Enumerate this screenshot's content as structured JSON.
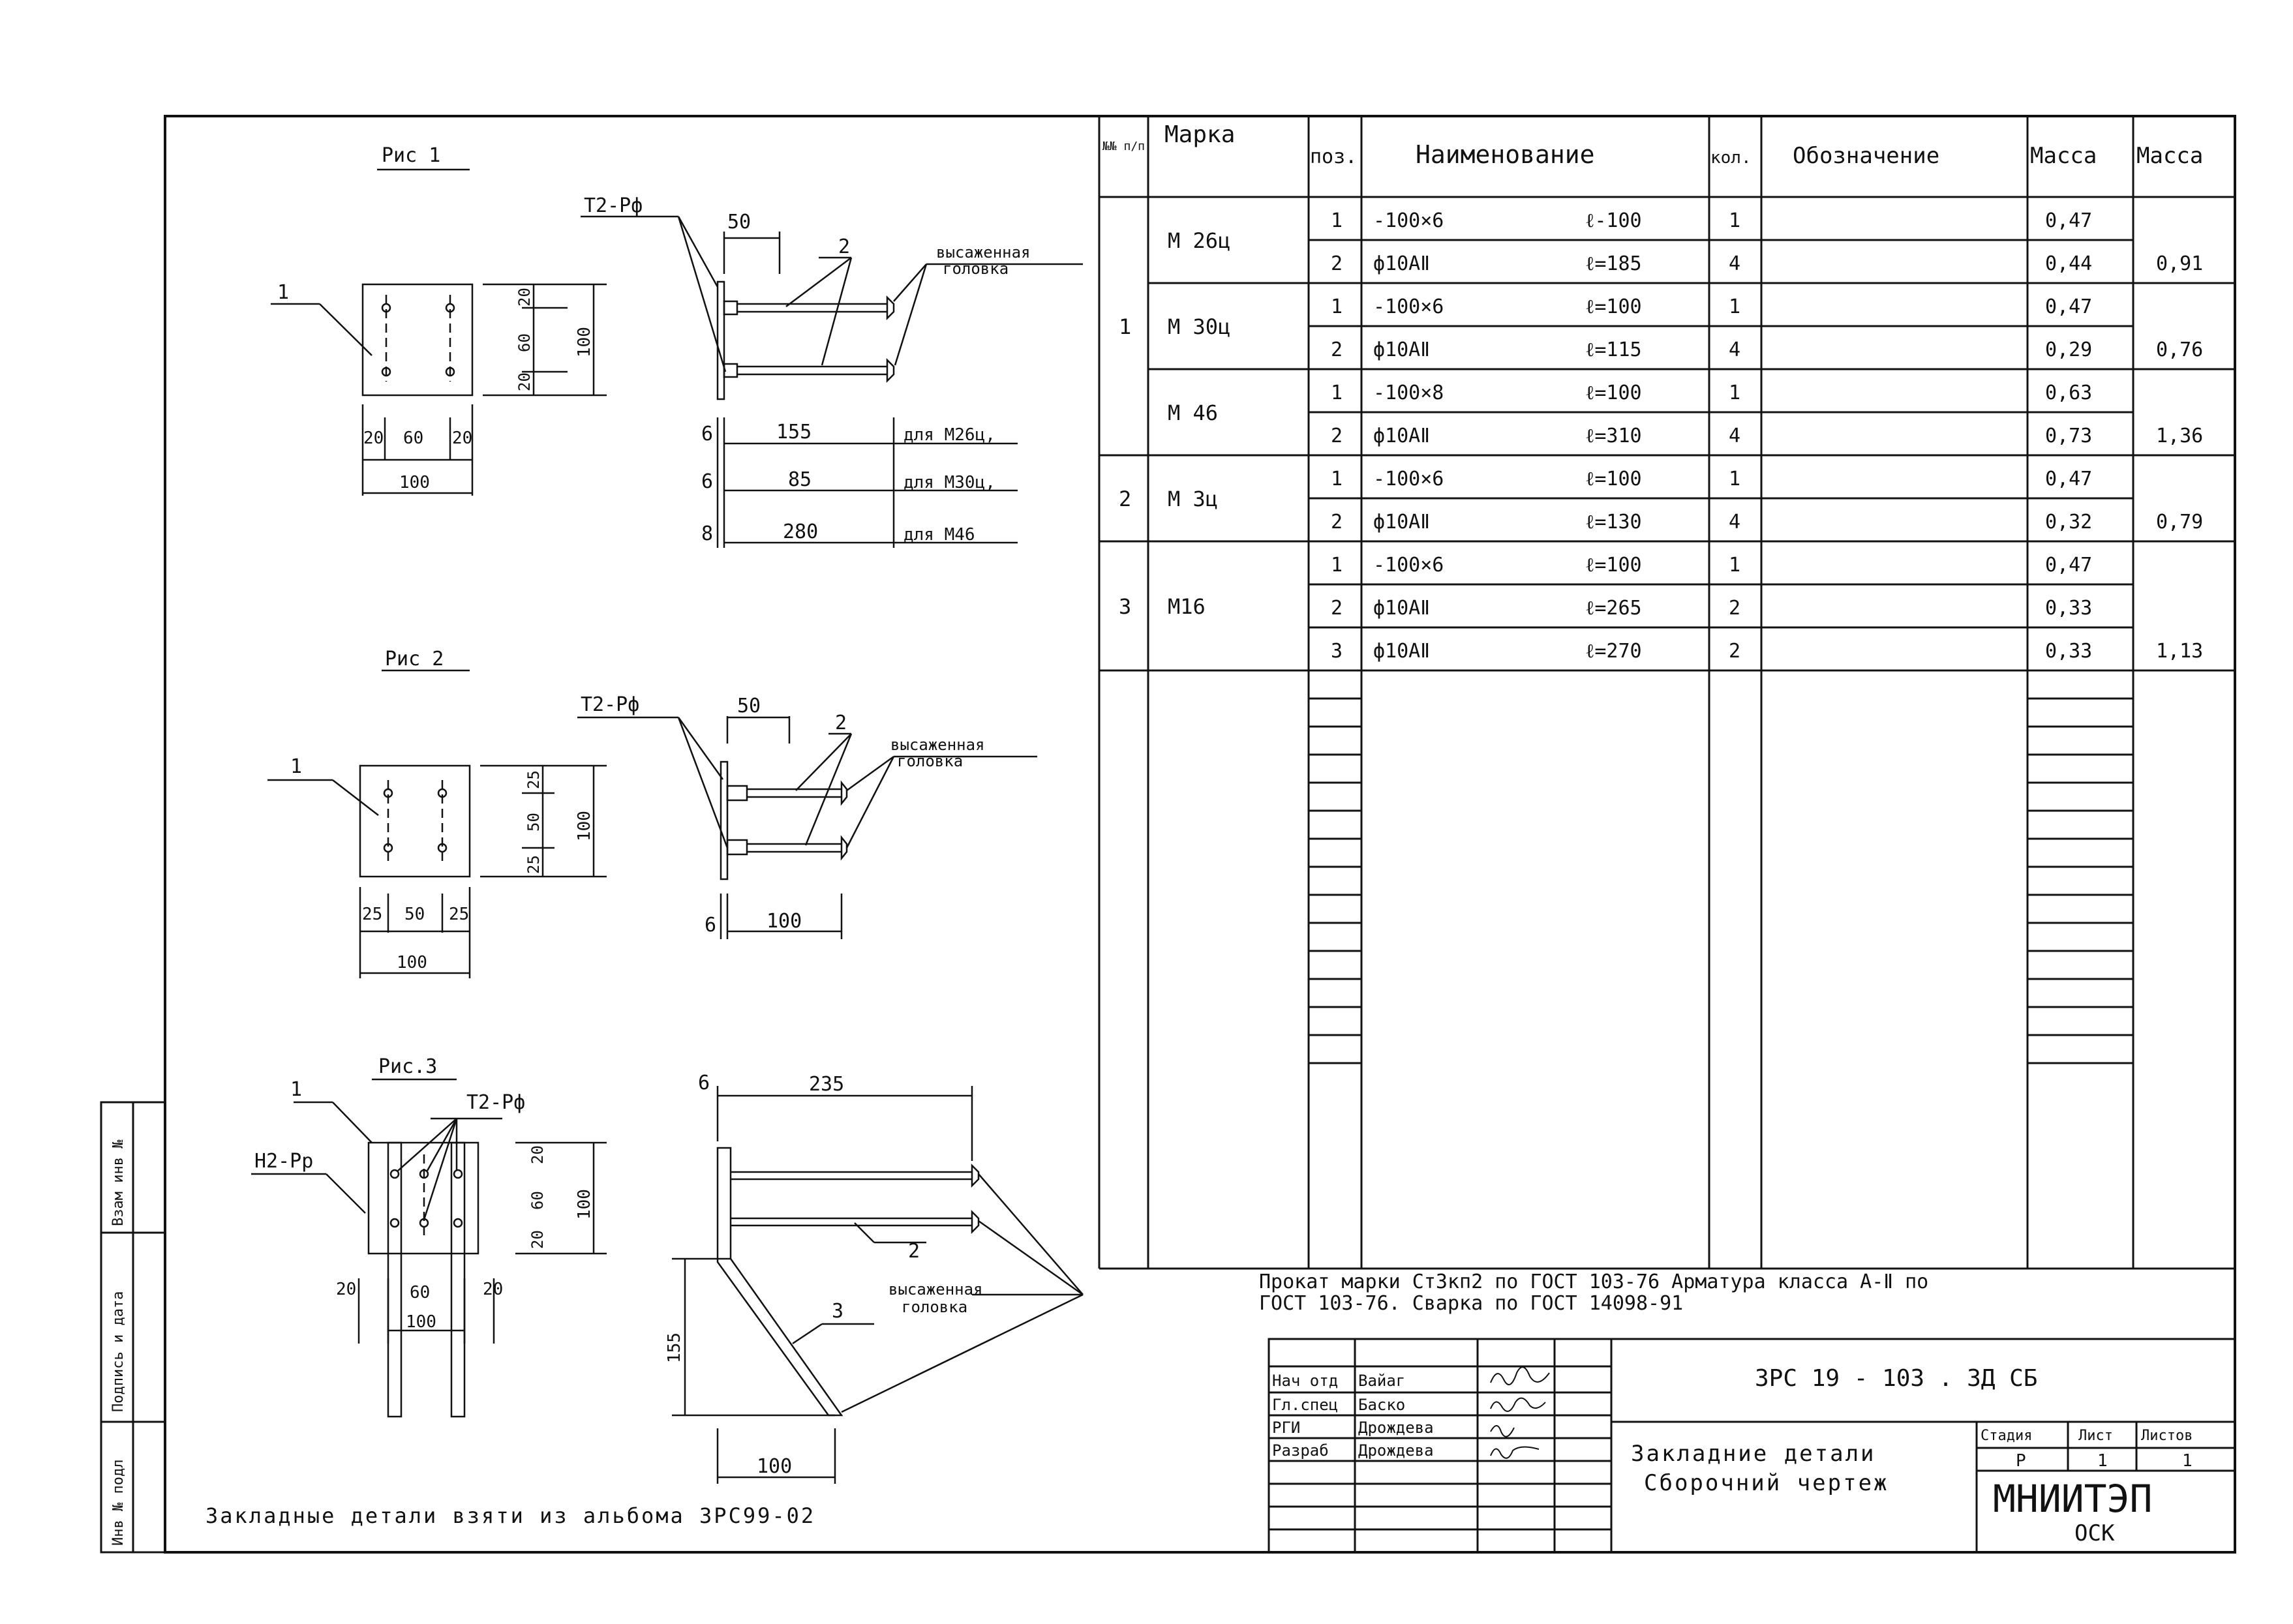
{
  "spec_table": {
    "headers": {
      "num": "№№ п/п",
      "mark": "Марка",
      "pos": "поз.",
      "name": "Наименование",
      "qty": "кол.",
      "designation": "Обозначение",
      "mass1": "Масса",
      "mass2": "Масса"
    },
    "rows": [
      {
        "pos": "1",
        "name": "-100×6",
        "len": "ℓ-100",
        "qty": "1",
        "mass": "0,47"
      },
      {
        "pos": "2",
        "name": "ф10АⅡ",
        "len": "ℓ=185",
        "qty": "4",
        "mass": "0,44"
      },
      {
        "pos": "1",
        "name": "-100×6",
        "len": "ℓ=100",
        "qty": "1",
        "mass": "0,47"
      },
      {
        "pos": "2",
        "name": "ф10АⅡ",
        "len": "ℓ=115",
        "qty": "4",
        "mass": "0,29"
      },
      {
        "pos": "1",
        "name": "-100×8",
        "len": "ℓ=100",
        "qty": "1",
        "mass": "0,63"
      },
      {
        "pos": "2",
        "name": "ф10АⅡ",
        "len": "ℓ=310",
        "qty": "4",
        "mass": "0,73"
      },
      {
        "pos": "1",
        "name": "-100×6",
        "len": "ℓ=100",
        "qty": "1",
        "mass": "0,47"
      },
      {
        "pos": "2",
        "name": "ф10АⅡ",
        "len": "ℓ=130",
        "qty": "4",
        "mass": "0,32"
      },
      {
        "pos": "1",
        "name": "-100×6",
        "len": "ℓ=100",
        "qty": "1",
        "mass": "0,47"
      },
      {
        "pos": "2",
        "name": "ф10АⅡ",
        "len": "ℓ=265",
        "qty": "2",
        "mass": "0,33"
      },
      {
        "pos": "3",
        "name": "ф10АⅡ",
        "len": "ℓ=270",
        "qty": "2",
        "mass": "0,33"
      }
    ],
    "marks": [
      {
        "text": "М 26ц",
        "row_start": 0,
        "row_span": 2
      },
      {
        "text": "М 30ц",
        "row_start": 2,
        "row_span": 2
      },
      {
        "text": "М 46",
        "row_start": 4,
        "row_span": 2
      },
      {
        "text": "М 3ц",
        "row_start": 6,
        "row_span": 2
      },
      {
        "text": "М16",
        "row_start": 8,
        "row_span": 3
      }
    ],
    "groups": [
      {
        "num": "1",
        "row_start": 0,
        "row_span": 6
      },
      {
        "num": "2",
        "row_start": 6,
        "row_span": 2
      },
      {
        "num": "3",
        "row_start": 8,
        "row_span": 3
      }
    ],
    "totals": [
      {
        "value": "0,91",
        "row": 1
      },
      {
        "value": "0,76",
        "row": 3
      },
      {
        "value": "1,36",
        "row": 5
      },
      {
        "value": "0,79",
        "row": 7
      },
      {
        "value": "1,13",
        "row": 10
      }
    ],
    "empty_rows": 14
  },
  "note": {
    "line1": "Прокат марки Ст3кп2 по ГОСТ 103-76 Арматура класса А-Ⅱ по",
    "line2": "ГОСТ 103-76. Сварка по ГОСТ 14098-91"
  },
  "bottom_note": "Закладные детали взяти из альбома 3РС99-02",
  "side_stamp": {
    "col1": "Инв № подл",
    "col2": "Подпись и дата",
    "col3": "Взам инв №"
  },
  "title_block": {
    "code": "3РС 19 - 103 . 3Д СБ",
    "title_line1": "Закладние детали",
    "title_line2": "Сборочний чертеж",
    "stage_label": "Стадия",
    "sheet_label": "Лист",
    "sheets_label": "Листов",
    "stage": "Р",
    "sheet": "1",
    "sheets": "1",
    "org": "МНИИТЭП",
    "dept": "ОСК",
    "people": [
      {
        "role": "Нач отд",
        "name": "Вайаг"
      },
      {
        "role": "Гл.спец",
        "name": "Баско"
      },
      {
        "role": "РГИ",
        "name": "Дрождева"
      },
      {
        "role": "Разраб",
        "name": "Дрождева"
      }
    ]
  },
  "fig1": {
    "title": "Рис 1",
    "plate_dims": [
      "20",
      "60",
      "20",
      "100"
    ],
    "vert_dims": [
      "20",
      "60",
      "20",
      "100"
    ],
    "leader_plate": "1",
    "weld_label": "Т2-Рф",
    "rod_label": "2",
    "top_dim": "50",
    "head_label1": "высаженная",
    "head_label2": "головка",
    "rows": [
      {
        "t": "6",
        "len": "155",
        "for": "для М26ц,"
      },
      {
        "t": "6",
        "len": "85",
        "for": "для М30ц,"
      },
      {
        "t": "8",
        "len": "280",
        "for": "для М46"
      }
    ]
  },
  "fig2": {
    "title": "Рис 2",
    "plate_dims": [
      "25",
      "50",
      "25",
      "100"
    ],
    "vert_dims": [
      "25",
      "50",
      "25",
      "100"
    ],
    "leader_plate": "1",
    "weld_label": "Т2-Рф",
    "rod_label": "2",
    "top_dim": "50",
    "head_label1": "высаженная",
    "head_label2": "головка",
    "thk": "6",
    "len": "100"
  },
  "fig3": {
    "title": "Рис.3",
    "leader_plate": "1",
    "weld_label1": "Т2-Рф",
    "weld_label2": "Н2-Рр",
    "plate_dims": [
      "20",
      "60",
      "20",
      "100"
    ],
    "vert_dims": [
      "20",
      "60",
      "20",
      "100"
    ],
    "thk": "6",
    "top_dim": "235",
    "rod_label": "2",
    "bent_label": "3",
    "head_label1": "высаженная",
    "head_label2": "головка",
    "height": "155",
    "bottom_dim": "100"
  }
}
